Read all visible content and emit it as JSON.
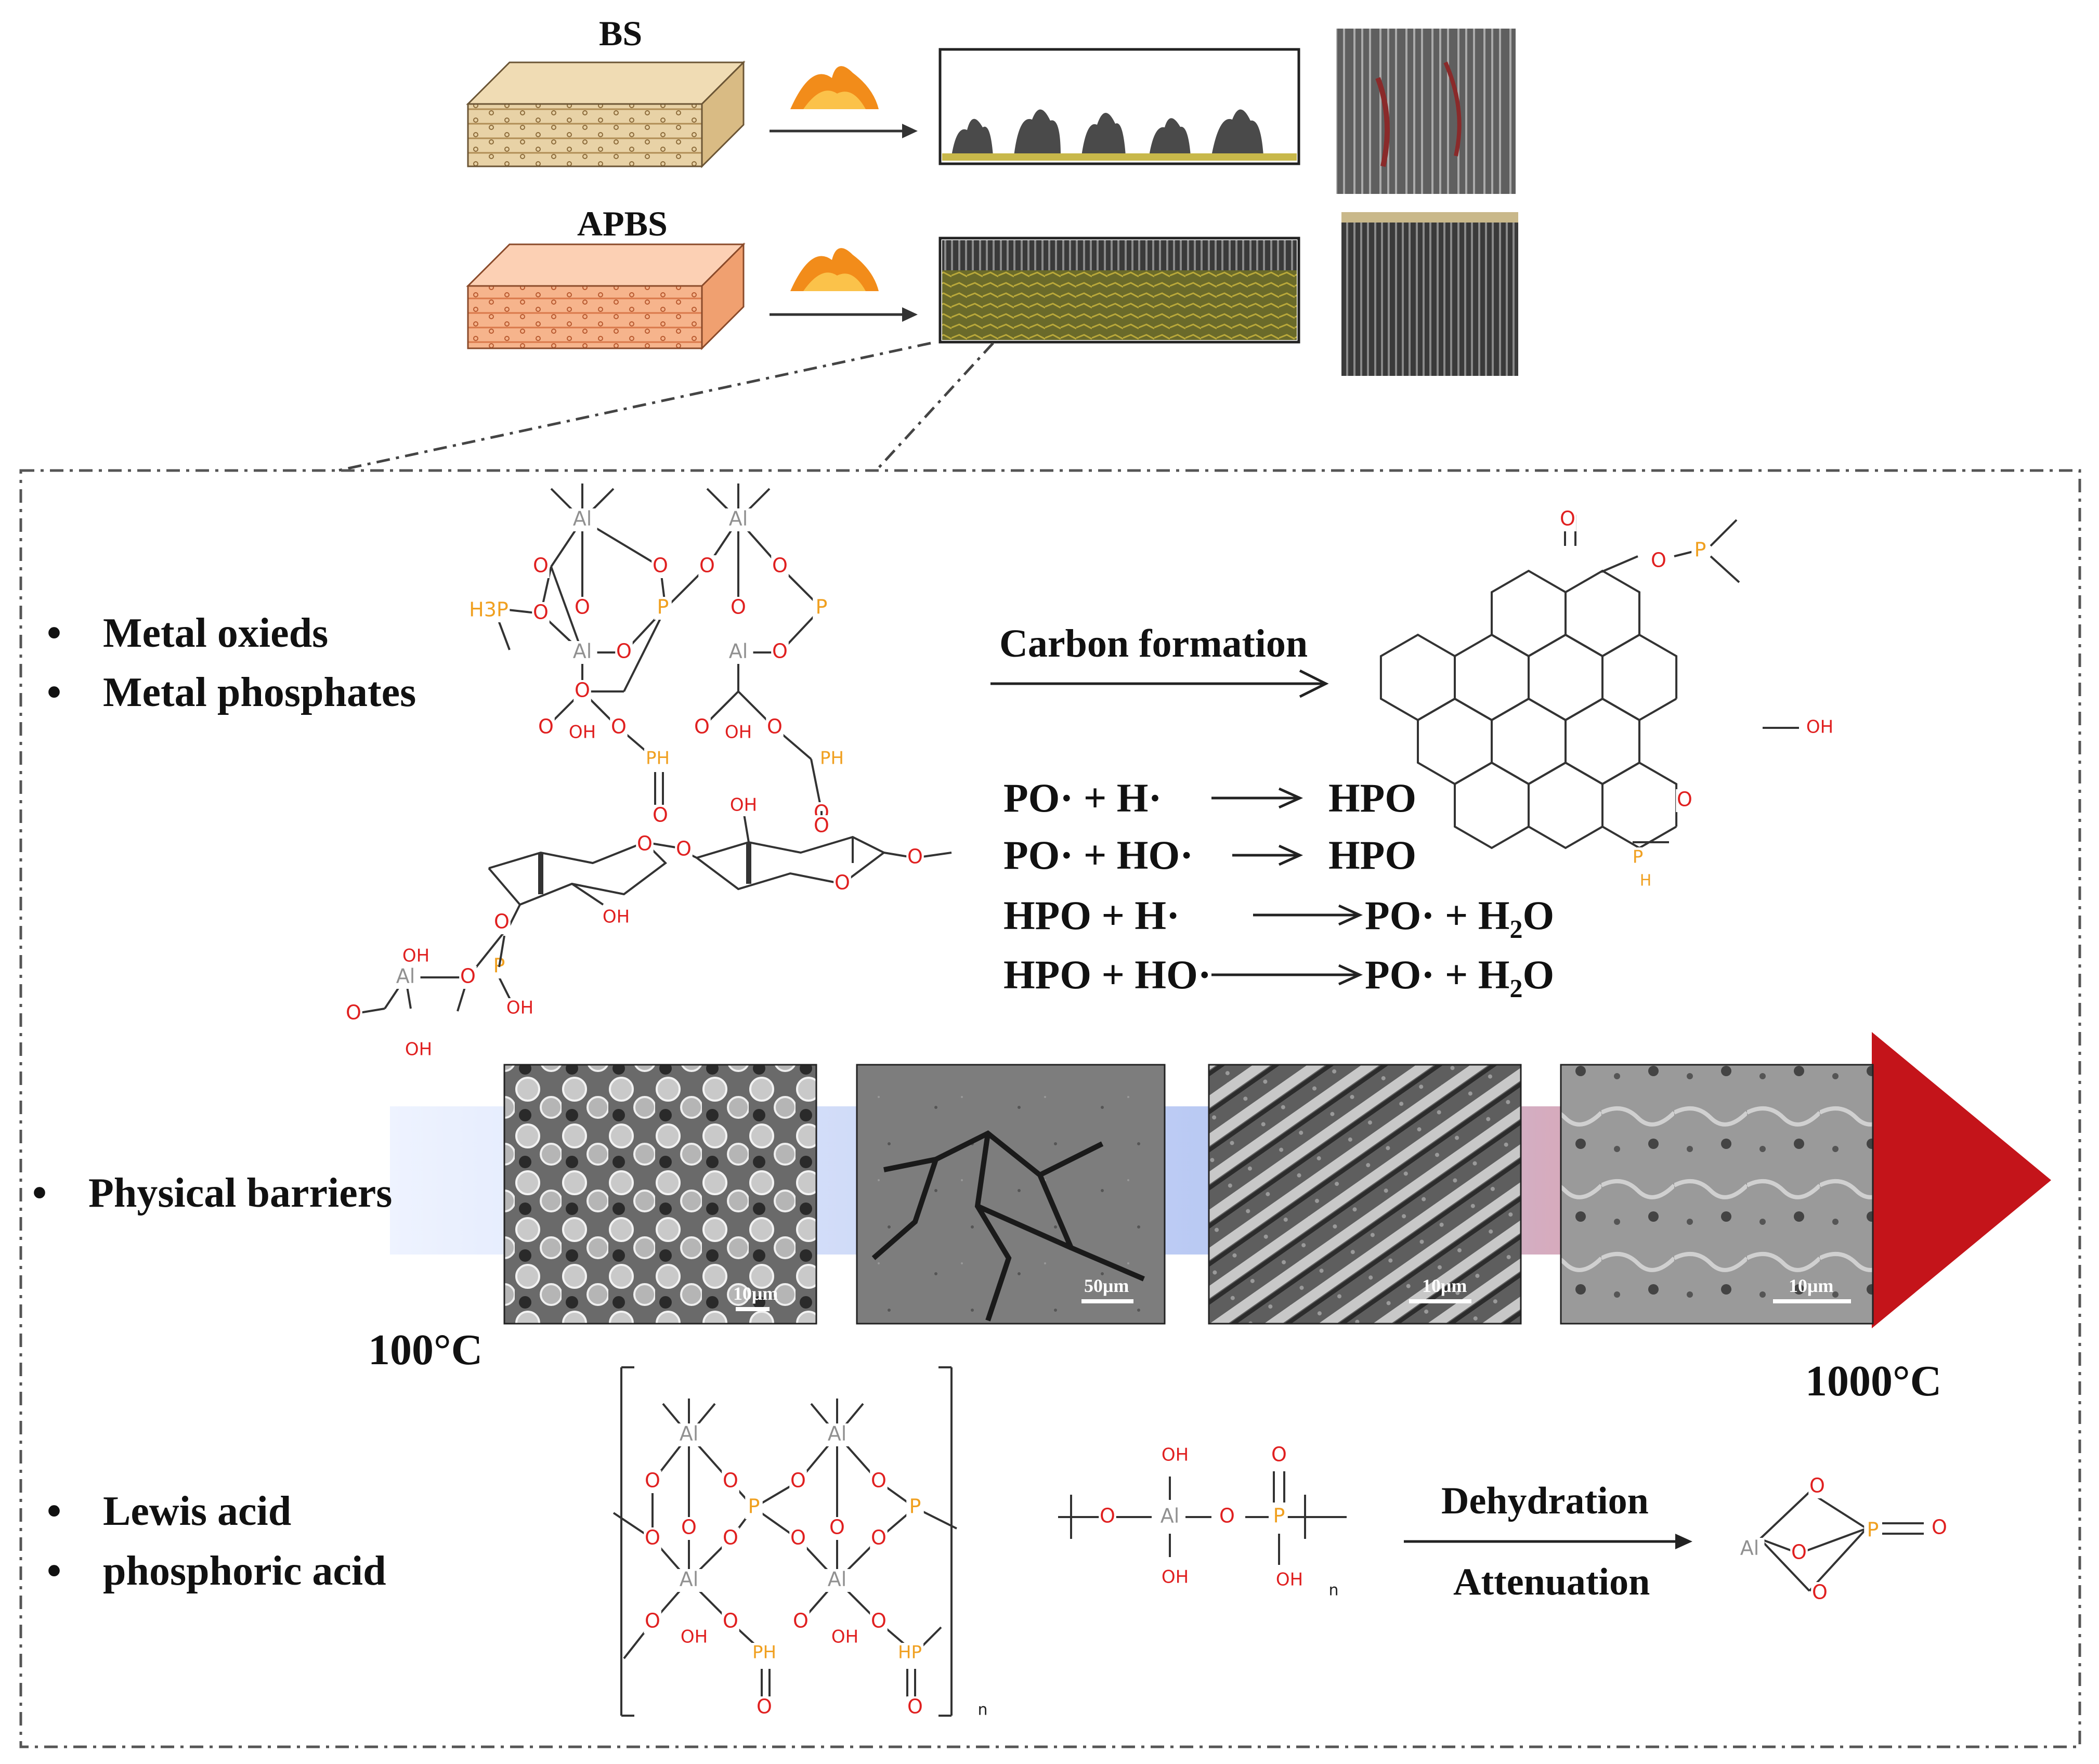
{
  "top": {
    "bs_label": "BS",
    "apbs_label": "APBS"
  },
  "bullets": {
    "metal_oxides": "Metal oxieds",
    "metal_phosphates": "Metal phosphates",
    "physical_barriers": "Physical barriers",
    "lewis_acid": "Lewis acid",
    "phosphoric_acid": "phosphoric acid"
  },
  "arrows": {
    "carbon_formation": "Carbon formation",
    "dehydration": "Dehydration",
    "attenuation": "Attenuation"
  },
  "reactions": [
    {
      "left": "PO· + H·",
      "right": "HPO"
    },
    {
      "left": "PO· + HO·",
      "right": "HPO"
    },
    {
      "left": "HPO + H·",
      "right": "PO· + H",
      "sub": "2",
      "tail": "O"
    },
    {
      "left": "HPO + HO·",
      "right": "PO· + H",
      "sub": "2",
      "tail": "O"
    }
  ],
  "temperature": {
    "start": "100°C",
    "end": "1000°C"
  },
  "scale_bars": [
    "10μm",
    "50μm",
    "10μm",
    "10μm"
  ],
  "chem_labels": {
    "al": "Al",
    "p": "P",
    "o": "O",
    "oh": "OH",
    "h3p": "H3P",
    "ph": "PH",
    "hp": "HP",
    "p_h": "P",
    "h": "H",
    "n": "n"
  },
  "colors": {
    "oxygen": "#e02020",
    "phosphorus": "#f0a020",
    "aluminum": "#909090",
    "arrow_start": "#dce6fb",
    "arrow_end": "#c4141a",
    "dash_box": "#555555"
  }
}
